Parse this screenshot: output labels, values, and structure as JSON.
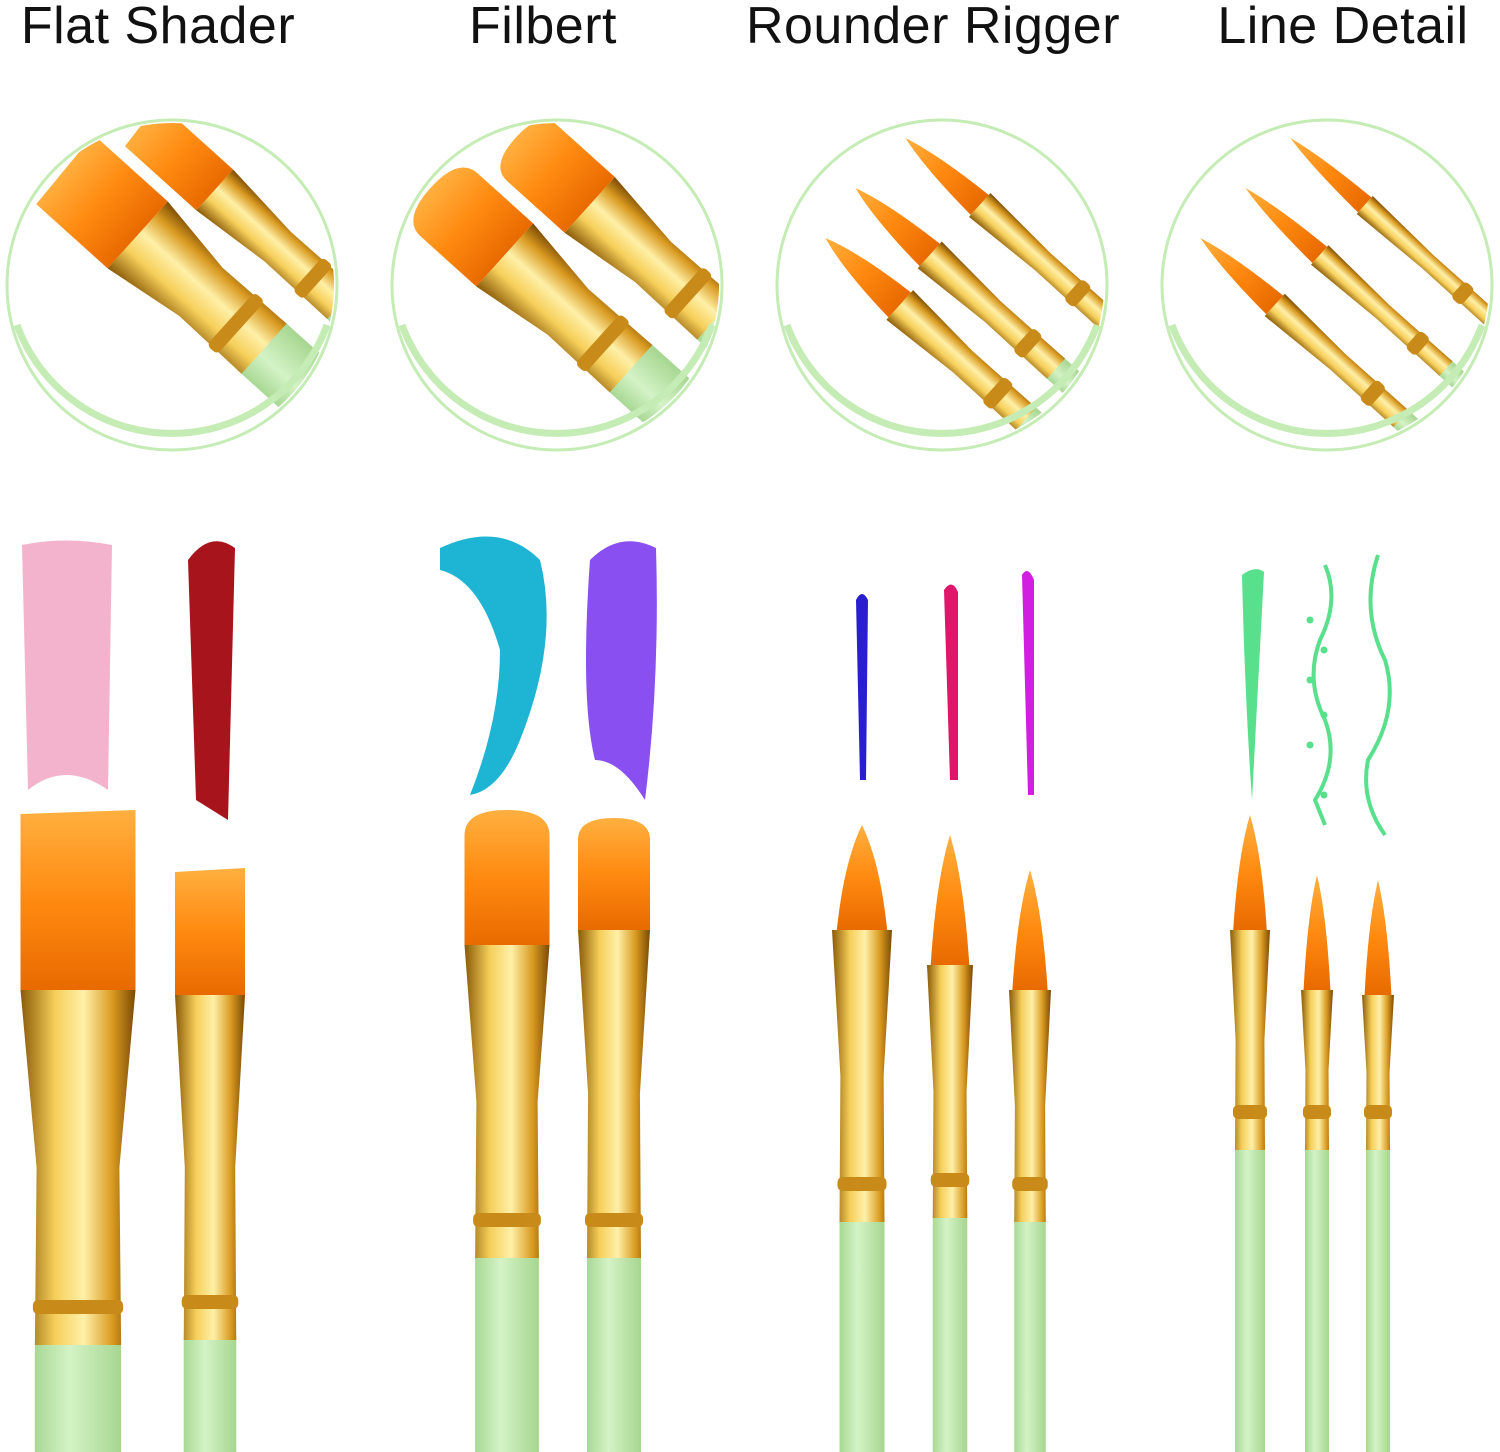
{
  "titles": [
    "Flat Shader",
    "Filbert",
    "Rounder Rigger",
    "Line Detail"
  ],
  "colors": {
    "circle_ring": "#c4ecb4",
    "handle": "#bfe8b0",
    "ferrule": "#d9a12a",
    "bristle": "#ff8a10",
    "strokes": [
      "#f4b3cc",
      "#a8141c",
      "#1eb4d4",
      "#8a4ff0",
      "#2a1fd0",
      "#e0166a",
      "#d21ee0",
      "#58e08c",
      "#58e08c",
      "#58e08c"
    ]
  }
}
